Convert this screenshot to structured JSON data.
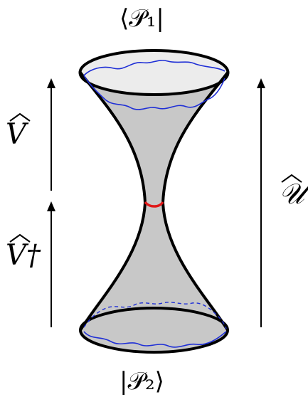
{
  "labels": {
    "top_state": "⟨𝒫₁|",
    "bottom_state": "|𝒫₂⟩",
    "left_upper_operator": "V",
    "left_lower_operator": "V†",
    "right_operator": "𝒰"
  },
  "colors": {
    "body_fill": "#c8c8c8",
    "top_ellipse_fill": "#ececec",
    "outline": "#000000",
    "boundary_curve": "#1f2fd6",
    "neck_curve": "#e01818"
  }
}
